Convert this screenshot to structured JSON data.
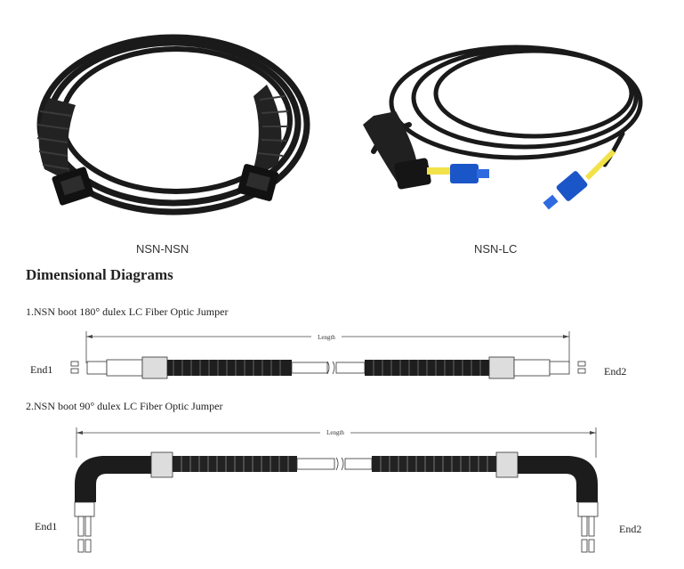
{
  "products": [
    {
      "caption": "NSN-NSN"
    },
    {
      "caption": "NSN-LC"
    }
  ],
  "diagrams": {
    "title": "Dimensional Diagrams",
    "item1": {
      "label": "1.NSN boot 180°  dulex LC Fiber Optic Jumper",
      "length": "Length",
      "end_left": "End1",
      "end_right": "End2"
    },
    "item2": {
      "label": "2.NSN boot 90°  dulex LC Fiber Optic Jumper",
      "length": "Length",
      "end_left": "End1",
      "end_right": "End2"
    }
  }
}
